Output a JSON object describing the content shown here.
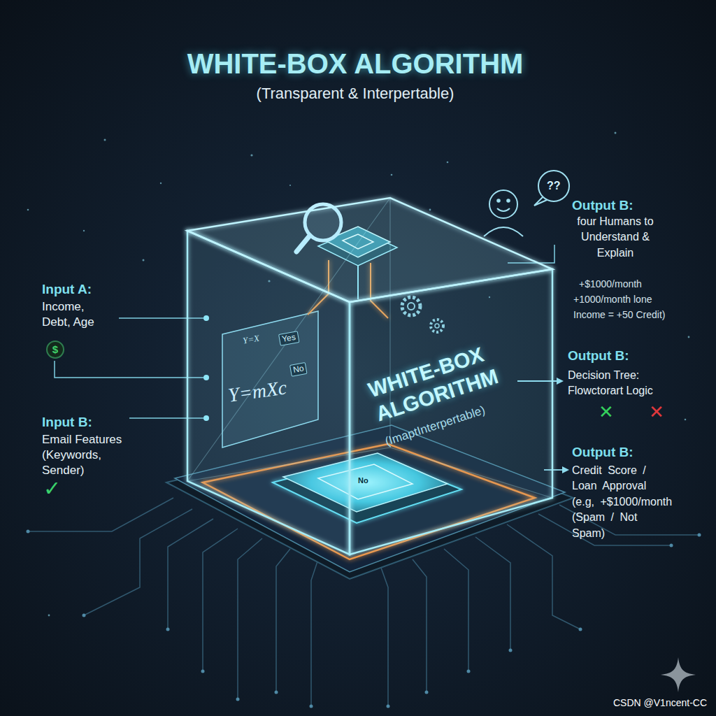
{
  "diagram": {
    "title": "WHITE-BOX ALGORITHM",
    "nodes": [
      {
        "text": [
          "WHITE-BOX ALGORITHM",
          "(ImaptInterpertable)"
        ]
      }
    ],
    "labels": [
      "(Transparent & Interpertable)",
      "Input A:",
      "Income, Debt, Age",
      "$",
      "Input B:",
      "Email Features (Keywords, Sender)",
      "✓",
      "Output B:",
      "four Humans to Understand & Explain",
      "+$1000/month",
      "+1000/month lone",
      "Income = +50 Credit)",
      "Output B:",
      "Decision Tree: Flowctorart Logic",
      "✕",
      "✕",
      "Output B:",
      "Credit Score / Loan Approval (e.g, +$1000/month (Spam / Not Spam)",
      "Y=mXc",
      "Y=X",
      "Yes",
      "No",
      "No",
      "??",
      "CSDN @V1ncent-CC"
    ]
  }
}
